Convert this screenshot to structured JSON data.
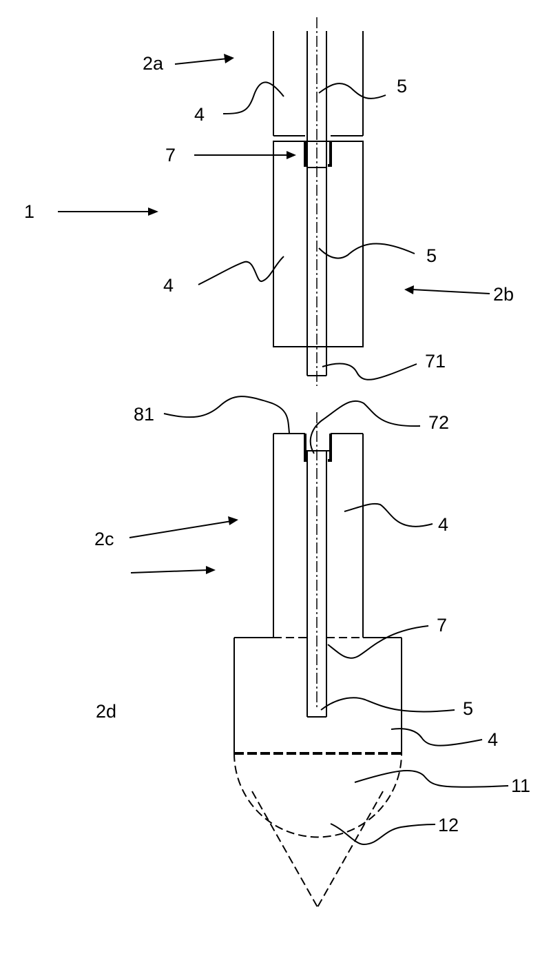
{
  "labels": {
    "assembly": "1",
    "segment_a": "2a",
    "segment_b": "2b",
    "segment_c": "2c",
    "segment_d": "2d",
    "wall_a": "4",
    "wall_b": "4",
    "wall_c": "4",
    "wall_d": "4",
    "rod_a": "5",
    "rod_b": "5",
    "rod_d": "5",
    "coupling_top": "7",
    "coupling_bottom": "7",
    "rod_end": "71",
    "socket": "72",
    "top_face": "81",
    "dome": "11",
    "cone": "12"
  },
  "colors": {
    "ink": "#000000",
    "background": "#ffffff"
  }
}
